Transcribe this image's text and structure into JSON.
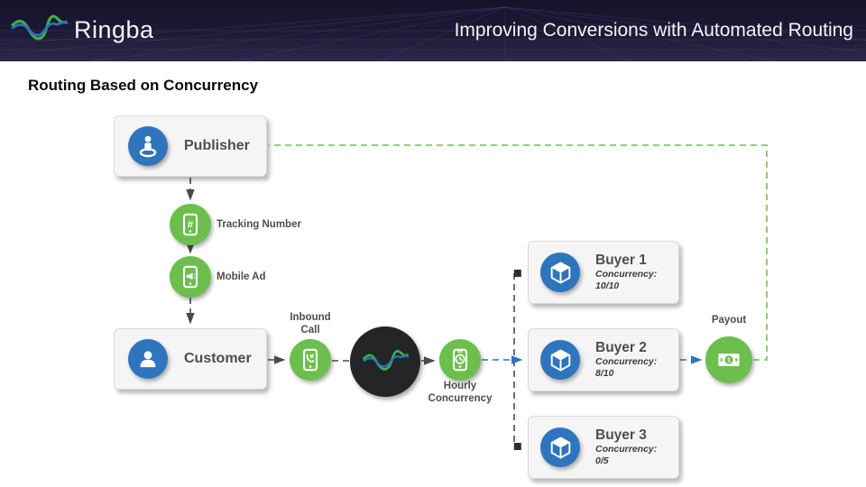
{
  "header": {
    "brand": "Ringba",
    "title": "Improving Conversions with Automated Routing"
  },
  "page_title": "Routing Based on Concurrency",
  "nodes": {
    "publisher": {
      "label": "Publisher"
    },
    "tracking_number": {
      "label": "Tracking Number"
    },
    "mobile_ad": {
      "label": "Mobile Ad"
    },
    "customer": {
      "label": "Customer"
    },
    "inbound_call": {
      "line1": "Inbound",
      "line2": "Call"
    },
    "hourly_concurrency": {
      "line1": "Hourly",
      "line2": "Concurrency"
    },
    "payout": {
      "label": "Payout"
    },
    "buyers": [
      {
        "name": "Buyer 1",
        "concurrency_label": "Concurrency:",
        "concurrency_value": "10/10"
      },
      {
        "name": "Buyer 2",
        "concurrency_label": "Concurrency:",
        "concurrency_value": "8/10"
      },
      {
        "name": "Buyer 3",
        "concurrency_label": "Concurrency:",
        "concurrency_value": "0/5"
      }
    ]
  },
  "icons": {
    "brand_logo": "ringba-wave-icon",
    "publisher": "person-pin-icon",
    "customer": "person-icon",
    "tracking_number": "phone-hash-icon",
    "mobile_ad": "phone-megaphone-icon",
    "inbound_call": "phone-incoming-icon",
    "router": "ringba-wave-icon",
    "hourly_concurrency": "phone-clock-icon",
    "buyer": "cube-icon",
    "payout": "banknote-icon"
  },
  "colors": {
    "header_bg": "#1e1a36",
    "brand_green": "#3fae49",
    "brand_blue": "#2d6fc1",
    "node_green": "#6cbf4c",
    "node_blue": "#2e75bd",
    "dark_circle": "#232527",
    "connector_dark": "#4a4a4a",
    "connector_blue": "#2e75bd",
    "connector_green": "#6cbf4c",
    "box_bg": "#f5f5f5"
  }
}
